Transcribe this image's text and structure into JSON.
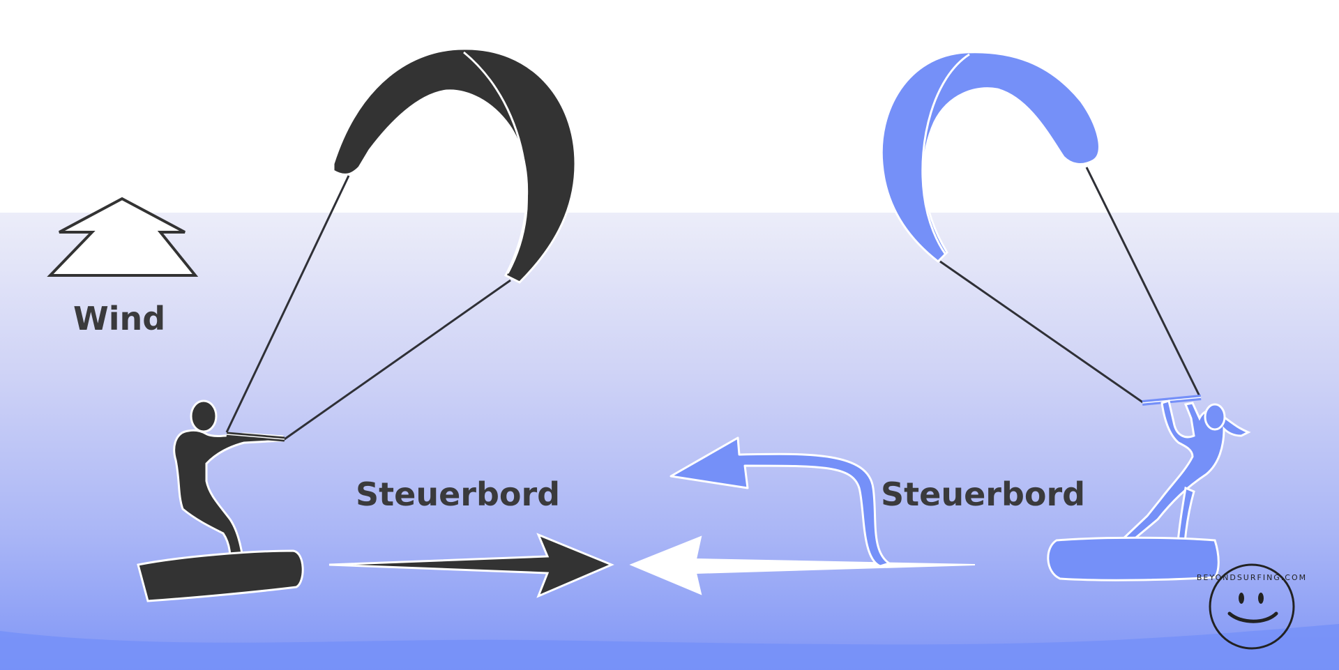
{
  "diagram": {
    "wind_label": "Wind",
    "left_label": "Steuerbord",
    "right_label": "Steuerbord",
    "logo_text": "BEYONDSURFING.COM"
  },
  "colors": {
    "dark": "#333333",
    "accent_blue": "#7590f8",
    "water_top": "#e8e9f8",
    "water_bottom": "#7a90f6",
    "outline": "#ffffff",
    "line": "#2f3036"
  },
  "icons": {
    "wind": "wind-arrow-icon",
    "left_kite": "dark-kite-icon",
    "right_kite": "blue-kite-icon",
    "logo": "smiley-logo-icon"
  }
}
